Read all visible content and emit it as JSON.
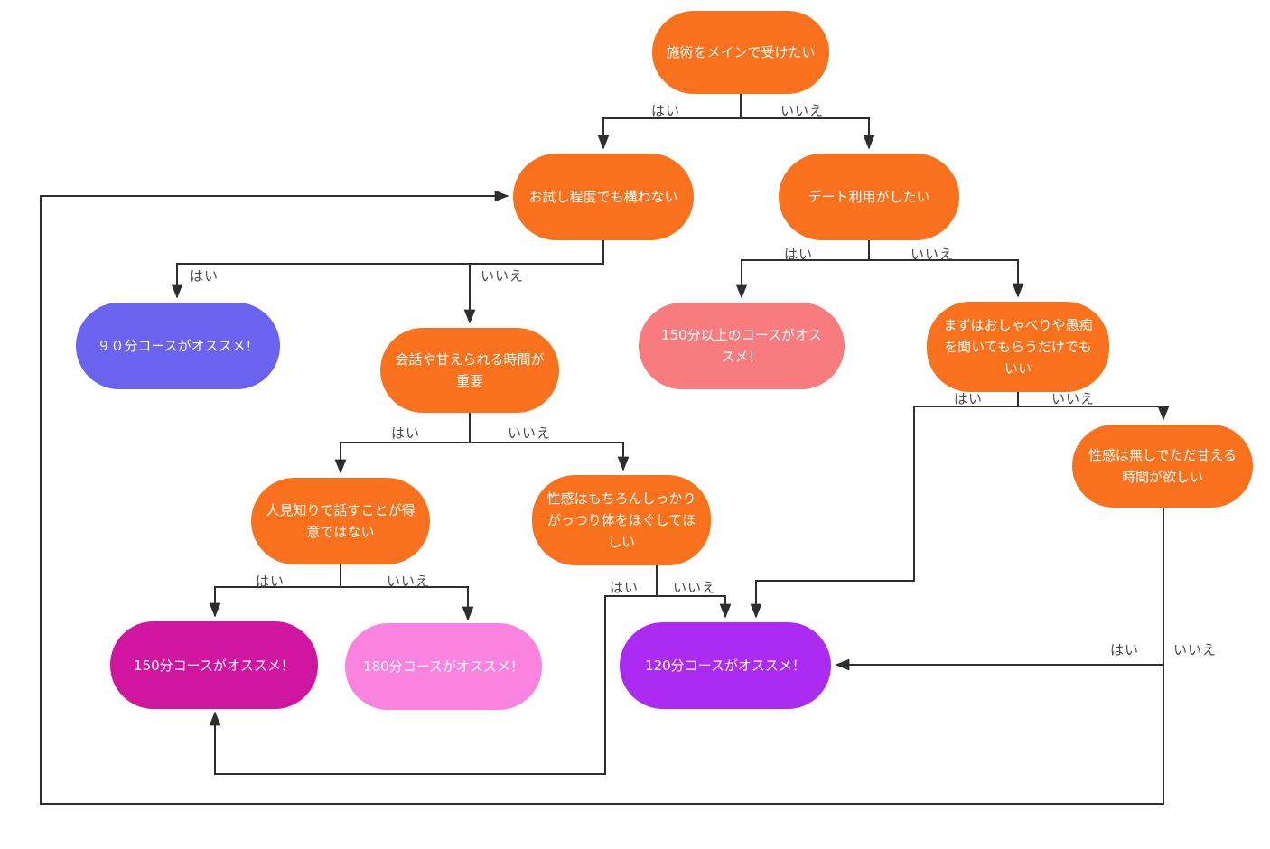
{
  "diagram_type": "decision-flowchart",
  "labels": {
    "yes": "はい",
    "no": "いいえ"
  },
  "colors": {
    "question_node": "#f9711d",
    "result_90min": "#6a63f0",
    "result_150min_plus": "#f87c7e",
    "result_150min": "#d0169e",
    "result_180min": "#f983df",
    "result_120min": "#ac2bf2",
    "edge_line": "#2e2e2e",
    "edge_label_text": "#4a4a4a",
    "node_text": "#ffffff",
    "background": "#ffffff"
  },
  "nodes": {
    "q_main_treatment": {
      "label": "施術をメインで受けたい"
    },
    "q_trial_ok": {
      "label": "お試し程度でも構わない"
    },
    "q_date_use": {
      "label": "デート利用がしたい"
    },
    "r_90min": {
      "label": "９０分コースがオススメ！"
    },
    "q_talk_time": {
      "label": "会話や甘えられる時間が重要"
    },
    "r_150min_plus": {
      "label": "150分以上のコースがオススメ！"
    },
    "q_chat_only": {
      "label": "まずはおしゃべりや愚痴を聞いてもらうだけでもいい"
    },
    "q_shy": {
      "label": "人見知りで話すことが得意ではない"
    },
    "q_full_massage": {
      "label": "性感はもちろんしっかりがっつり体をほぐしてほしい"
    },
    "q_no_seikan": {
      "label": "性感は無しでただ甘える時間が欲しい"
    },
    "r_150min": {
      "label": "150分コースがオススメ！"
    },
    "r_180min": {
      "label": "180分コースがオススメ！"
    },
    "r_120min": {
      "label": "120分コースがオススメ！"
    }
  }
}
